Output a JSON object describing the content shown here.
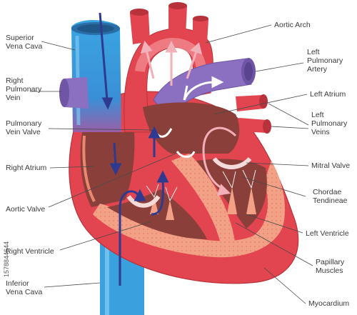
{
  "diagram": {
    "labels": {
      "superior_vena_cava": [
        "Superior",
        "Vena Cava"
      ],
      "right_pulmonary_vein": [
        "Right",
        "Pulmonary",
        "Vein"
      ],
      "pulmonary_vein_valve": [
        "Pulmonary",
        "Vein Valve"
      ],
      "right_atrium": "Right Atrium",
      "aortic_valve": "Aortic Valve",
      "right_ventricle": "Right Ventricle",
      "inferior_vena_cava": [
        "Inferior",
        "Vena Cava"
      ],
      "aortic_arch": "Aortic Arch",
      "left_pulmonary_artery": [
        "Left",
        "Pulmonary",
        "Artery"
      ],
      "left_atrium": "Left Atrium",
      "left_pulmonary_veins": [
        "Left",
        "Pulmonary",
        "Veins"
      ],
      "mitral_valve": "Mitral Valve",
      "chordae_tendineae": [
        "Chordae",
        "Tendineae"
      ],
      "left_ventricle": "Left Ventricle",
      "papillary_muscles": [
        "Papillary",
        "Muscles"
      ],
      "myocardium": "Myocardium"
    },
    "watermark": "1578844644"
  },
  "colors": {
    "vein_blue": "#3aa0de",
    "artery_red": "#e2454f",
    "pulmonary_purple": "#8b6fc0",
    "muscle_pink": "#f2a187",
    "chamber_dark": "#8a3f3a",
    "flow_arrow": "#2e3a8f"
  }
}
